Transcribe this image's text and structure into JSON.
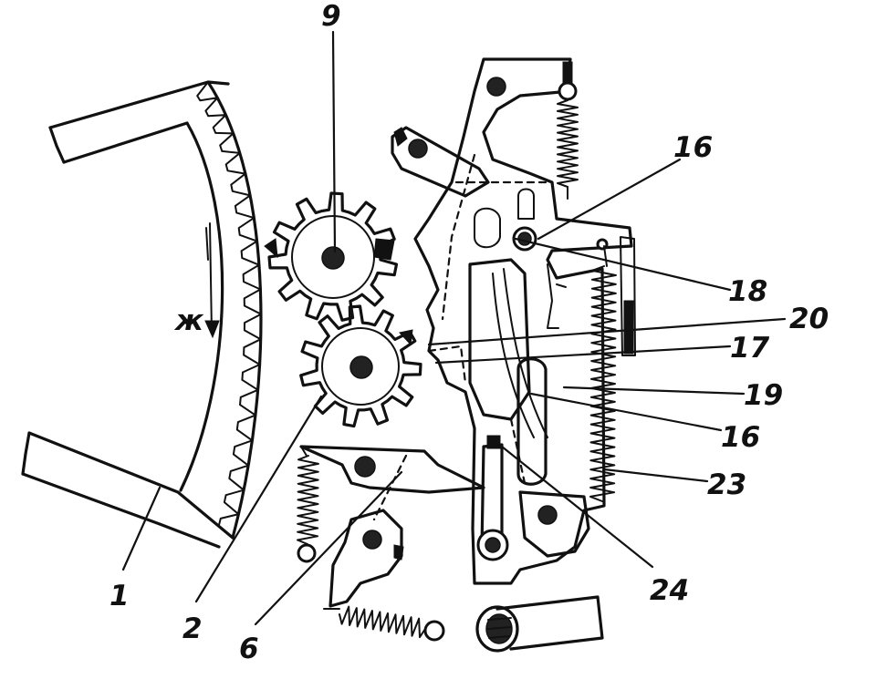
{
  "figure": {
    "labels": {
      "l1": "1",
      "l2": "2",
      "l6": "6",
      "l9": "9",
      "l16a": "16",
      "l16b": "16",
      "l17": "17",
      "l18": "18",
      "l19": "19",
      "l20": "20",
      "l23": "23",
      "l24": "24",
      "direction": "ж"
    }
  }
}
